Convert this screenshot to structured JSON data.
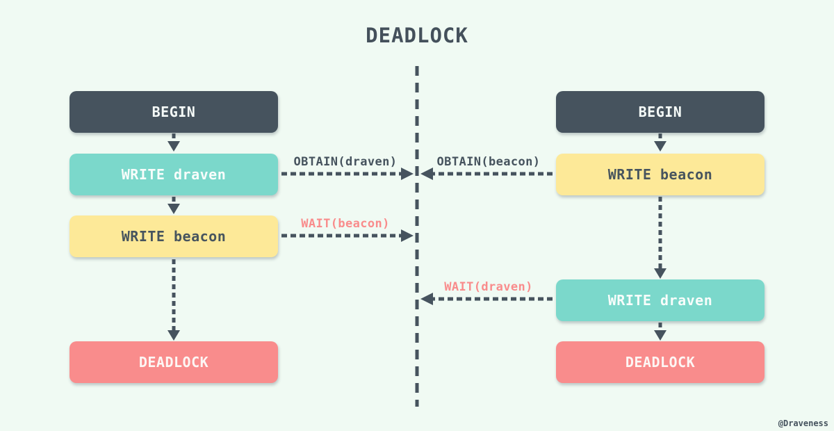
{
  "title": "DEADLOCK",
  "watermark": "@Draveness",
  "colors": {
    "background": "#f0faf3",
    "node_dark": "#46535e",
    "node_teal": "#7bd8cb",
    "node_yellow": "#fde998",
    "node_red": "#f98c8c",
    "arrow": "#46535e",
    "obtain_label": "#46535e",
    "wait_label": "#f98c8c"
  },
  "left_transaction": {
    "nodes": [
      {
        "label": "BEGIN",
        "type": "begin"
      },
      {
        "label": "WRITE draven",
        "type": "write"
      },
      {
        "label": "WRITE beacon",
        "type": "write"
      },
      {
        "label": "DEADLOCK",
        "type": "deadlock"
      }
    ]
  },
  "right_transaction": {
    "nodes": [
      {
        "label": "BEGIN",
        "type": "begin"
      },
      {
        "label": "WRITE beacon",
        "type": "write"
      },
      {
        "label": "WRITE draven",
        "type": "write"
      },
      {
        "label": "DEADLOCK",
        "type": "deadlock"
      }
    ]
  },
  "messages": {
    "obtain_draven": "OBTAIN(draven)",
    "obtain_beacon": "OBTAIN(beacon)",
    "wait_beacon": "WAIT(beacon)",
    "wait_draven": "WAIT(draven)"
  }
}
